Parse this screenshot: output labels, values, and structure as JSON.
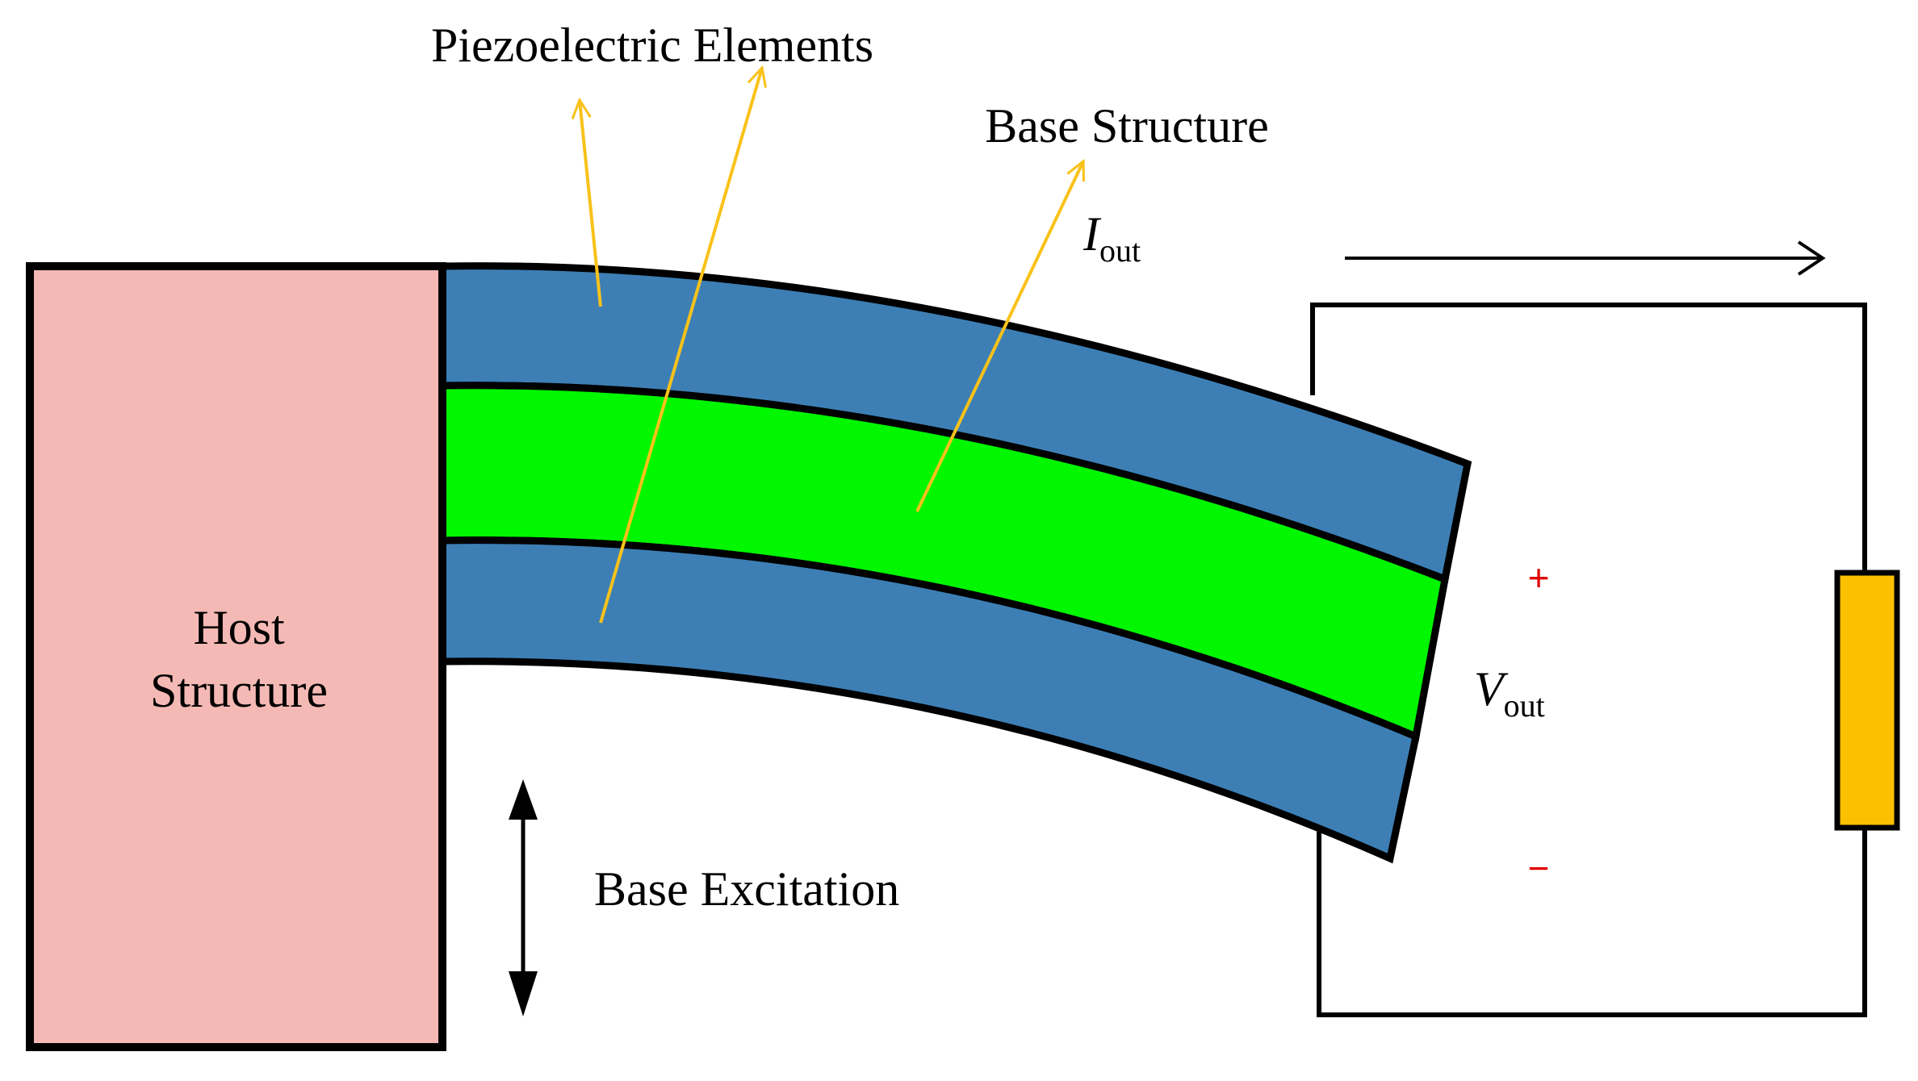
{
  "labels": {
    "piezo": "Piezoelectric Elements",
    "base_structure": "Base Structure",
    "host_line1": "Host",
    "host_line2": "Structure",
    "base_excitation": "Base Excitation",
    "current_symbol": "I",
    "current_subscript": "out",
    "voltage_symbol": "V",
    "voltage_subscript": "out",
    "plus": "+",
    "minus": "−"
  },
  "colors": {
    "host_fill": "#f4b9b4",
    "piezo_fill": "#3d7fb5",
    "base_fill": "#00f700",
    "leader": "#f9c21a",
    "resistor_fill": "#fbc000",
    "polarity": "#e00000",
    "stroke": "#000000"
  }
}
